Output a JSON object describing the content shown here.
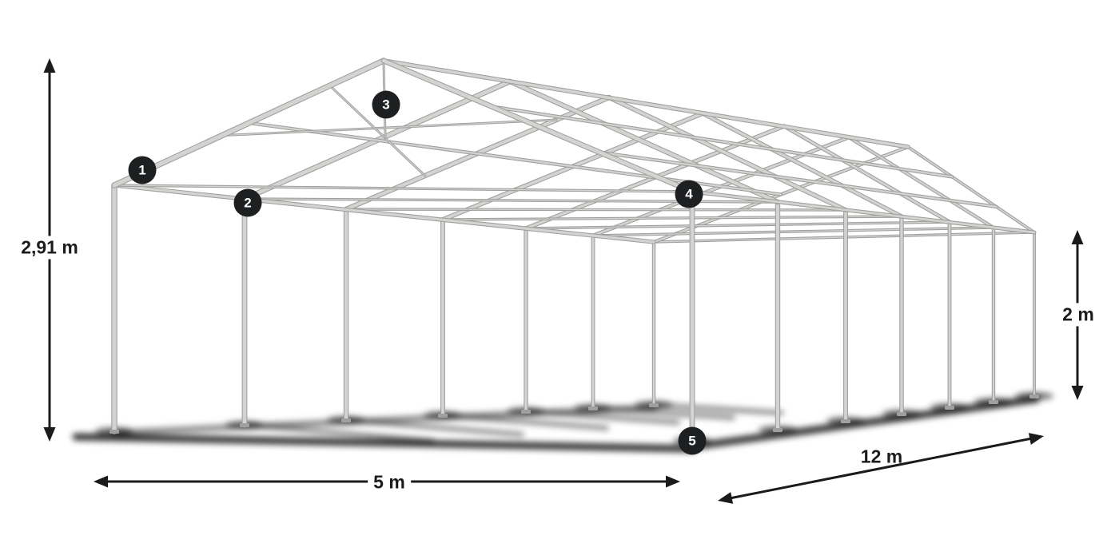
{
  "diagram": {
    "labels": {
      "height_total": "2,91 m",
      "side_height": "2 m",
      "width": "5 m",
      "length": "12 m"
    },
    "badges": [
      {
        "number": "1"
      },
      {
        "number": "2"
      },
      {
        "number": "3"
      },
      {
        "number": "4"
      },
      {
        "number": "5"
      }
    ],
    "colors": {
      "background": "#ffffff",
      "frame_core": "#d3d3d1",
      "frame_edge": "#a0a09e",
      "shadow": "#000000",
      "dimension": "#1b1b1b",
      "badge_bg": "#1d1f21",
      "badge_text": "#ffffff"
    }
  }
}
